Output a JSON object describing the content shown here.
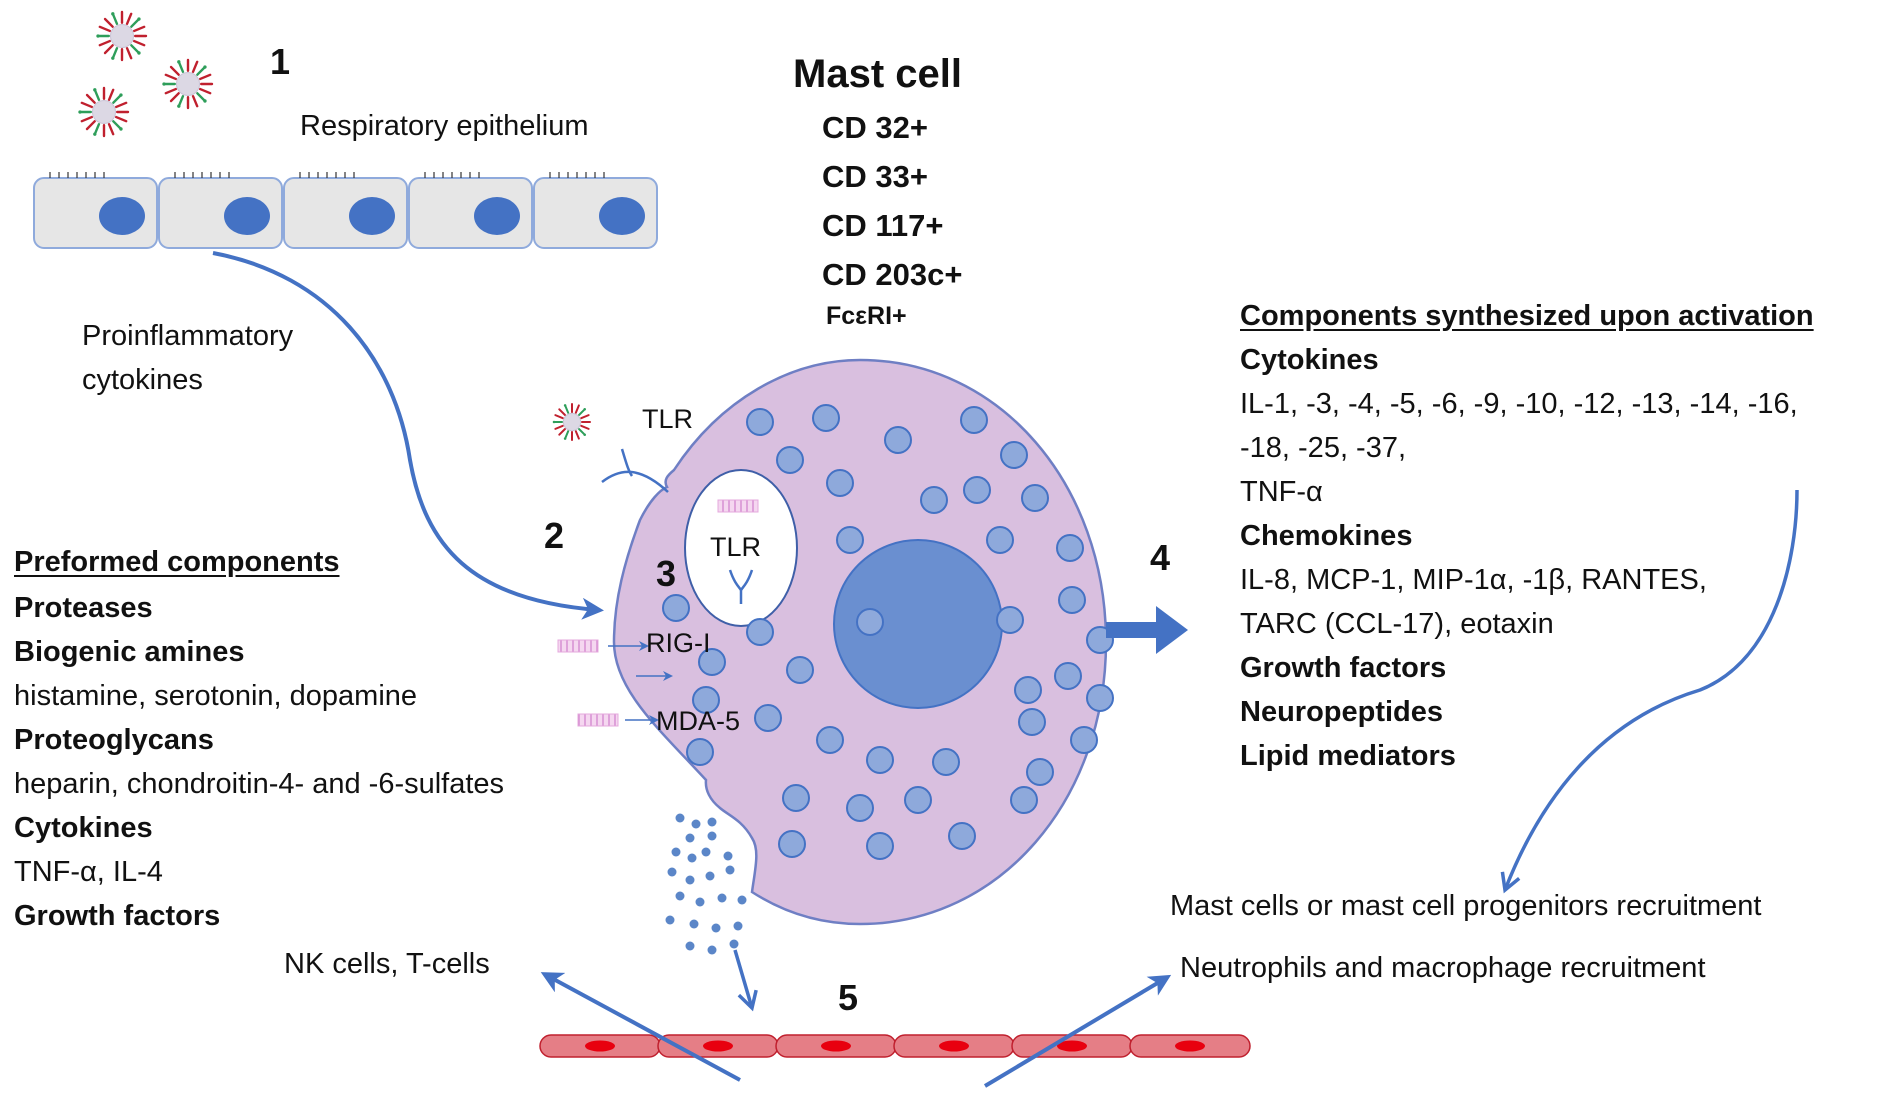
{
  "step_labels": {
    "s1": "1",
    "s2": "2",
    "s3": "3",
    "s4": "4",
    "s5": "5"
  },
  "epithelium": {
    "label": "Respiratory epithelium",
    "cell_count": 5
  },
  "proinflammatory": {
    "line1": "Proinflammatory",
    "line2": "cytokines"
  },
  "mast_cell": {
    "title": "Mast cell",
    "markers": [
      "CD 32+",
      "CD 33+",
      "CD 117+",
      "CD 203c+"
    ],
    "fc_marker": "FcεRI+"
  },
  "receptors": {
    "tlr_surface": "TLR",
    "tlr_endosome": "TLR",
    "rig": "RIG-I",
    "mda": "MDA-5"
  },
  "preformed": {
    "heading": "Preformed components",
    "rows": [
      {
        "text": "Proteases",
        "bold": true
      },
      {
        "text": "Biogenic amines",
        "bold": true
      },
      {
        "text": "histamine, serotonin, dopamine",
        "bold": false
      },
      {
        "text": "Proteoglycans",
        "bold": true
      },
      {
        "text": "heparin, chondroitin-4- and -6-sulfates",
        "bold": false
      },
      {
        "text": "Cytokines",
        "bold": true
      },
      {
        "text": "TNF-α, IL-4",
        "bold": false
      },
      {
        "text": "Growth factors",
        "bold": true
      }
    ]
  },
  "synthesized": {
    "heading": "Components synthesized upon activation",
    "rows": [
      {
        "text": "Cytokines",
        "bold": true
      },
      {
        "text": "IL-1, -3, -4, -5, -6, -9, -10, -12, -13, -14, -16,",
        "bold": false
      },
      {
        "text": "-18, -25, -37,",
        "bold": false
      },
      {
        "text": "TNF-α",
        "bold": false
      },
      {
        "text": "Chemokines",
        "bold": true
      },
      {
        "text": "IL-8, MCP-1, MIP-1α, -1β, RANTES,",
        "bold": false
      },
      {
        "text": "TARC (CCL-17), eotaxin",
        "bold": false
      },
      {
        "text": "Growth factors",
        "bold": true
      },
      {
        "text": "Neuropeptides",
        "bold": true
      },
      {
        "text": "Lipid mediators",
        "bold": true
      }
    ]
  },
  "recruitment": {
    "mast": "Mast cells or mast cell progenitors recruitment",
    "neutrophils": "Neutrophils and macrophage recruitment",
    "nk": "NK cells, T-cells"
  },
  "colors": {
    "arrow_blue": "#4472c4",
    "cell_fill": "#d9bfdf",
    "cell_stroke": "#6f7fc4",
    "granule_fill": "#8ea9db",
    "granule_stroke": "#4472c4",
    "nucleus": "#6a8fd0",
    "epi_fill": "#e6e6e6",
    "epi_stroke": "#8faadc",
    "epi_nucleus": "#4472c4",
    "vessel_fill": "#e57e86",
    "vessel_stroke": "#c0202e",
    "vessel_nucleus": "#e8000f",
    "rna_pink": "#e4a8dd",
    "virus_red": "#c0202e",
    "virus_green": "#2e9e5a"
  }
}
